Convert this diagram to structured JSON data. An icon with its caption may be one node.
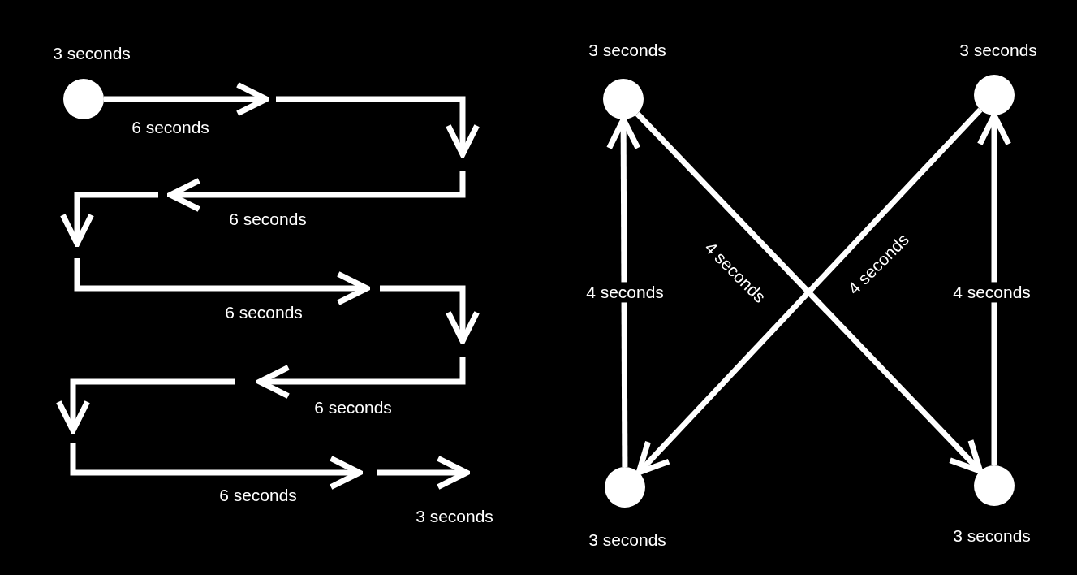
{
  "diagram": {
    "nodes": [
      {
        "text": [],
        "shape": "circle",
        "beside": [
          "3 seconds"
        ]
      },
      {
        "text": [],
        "shape": "circle",
        "beside": [
          "3 seconds"
        ]
      },
      {
        "text": [],
        "shape": "circle",
        "beside": [
          "3 seconds"
        ]
      },
      {
        "text": [],
        "shape": "circle",
        "beside": [
          "3 seconds"
        ]
      },
      {
        "text": [],
        "shape": "circle",
        "beside": [
          "3 seconds"
        ]
      }
    ],
    "edges": [
      {
        "from": 0,
        "to": null,
        "arrow": "to",
        "label": "6 seconds"
      },
      {
        "from": 1,
        "to": 4,
        "arrow": "to",
        "label": "4 seconds"
      },
      {
        "from": 2,
        "to": 3,
        "arrow": "to",
        "label": "4 seconds"
      },
      {
        "from": 3,
        "to": 1,
        "arrow": "to",
        "label": "4 seconds"
      },
      {
        "from": 4,
        "to": 2,
        "arrow": "to",
        "label": "4 seconds"
      }
    ],
    "labels": [
      "6 seconds",
      "6 seconds",
      "6 seconds",
      "6 seconds",
      "3 seconds"
    ]
  }
}
